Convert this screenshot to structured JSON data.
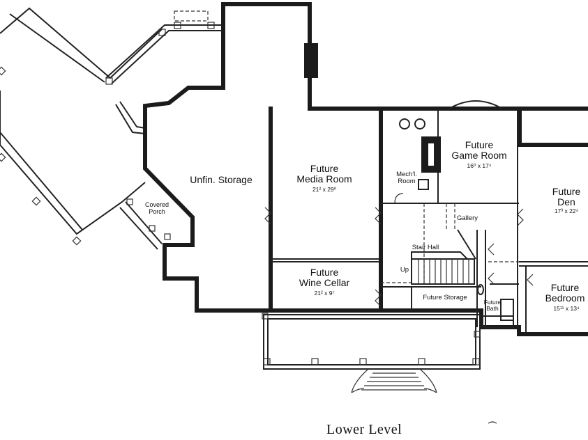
{
  "title": "Lower Level",
  "rooms": {
    "unfinished_storage": {
      "name": "Unfin. Storage"
    },
    "media_room": {
      "name": "Future\nMedia Room",
      "dims": "21² x 29⁰"
    },
    "wine_cellar": {
      "name": "Future\nWine Cellar",
      "dims": "21² x 9⁷"
    },
    "mech_room": {
      "name": "Mech'l.\nRoom"
    },
    "game_room": {
      "name": "Future\nGame Room",
      "dims": "16⁰ x 17⁴"
    },
    "den": {
      "name": "Future\nDen",
      "dims": "17³ x 22⁴"
    },
    "bedroom": {
      "name": "Future\nBedroom",
      "dims": "15¹¹ x 13⁴"
    },
    "covered_porch": {
      "name": "Covered\nPorch"
    },
    "gallery": {
      "name": "Gallery"
    },
    "stair_hall": {
      "name": "Stair Hall"
    },
    "up": {
      "name": "Up"
    },
    "future_storage": {
      "name": "Future Storage"
    },
    "future_bath": {
      "name": "Future\nBath"
    }
  }
}
